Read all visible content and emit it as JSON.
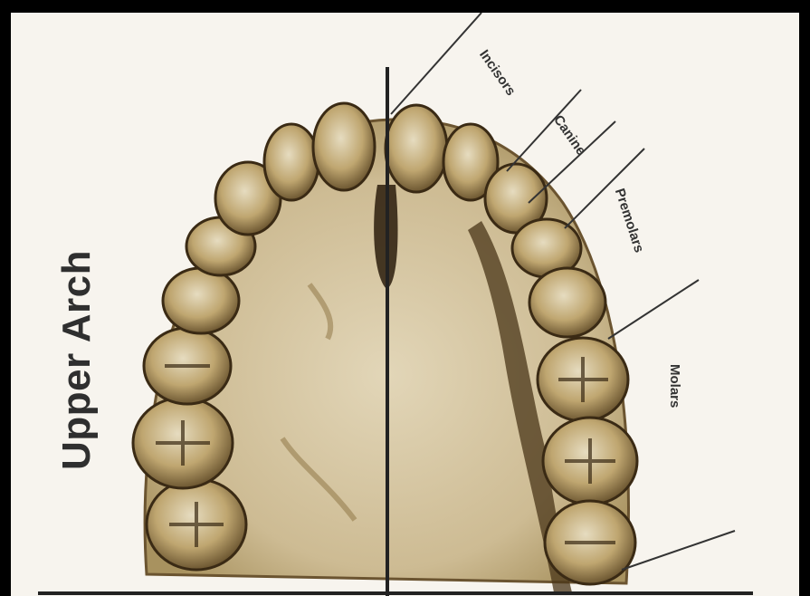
{
  "diagram": {
    "side_title": "Upper Arch",
    "labels": {
      "incisors": "Incisors",
      "canine": "Canine",
      "premolars": "Premolars",
      "molars": "Molars"
    },
    "colors": {
      "background": "#f7f4ee",
      "frame": "#000000",
      "bone": "#cdbb93",
      "tooth": "#b59a62",
      "shadow": "#3a2a14",
      "line": "#333333"
    }
  }
}
